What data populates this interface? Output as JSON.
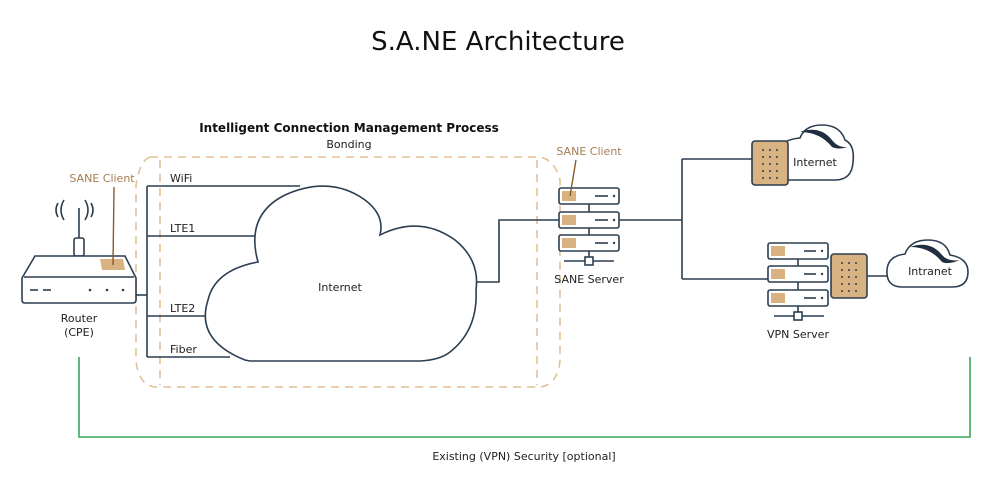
{
  "title": "S.A.NE Architecture",
  "process": {
    "heading": "Intelligent Connection Management Process",
    "subheading": "Bonding"
  },
  "router": {
    "label_line1": "Router",
    "label_line2": "(CPE)",
    "client_label": "SANE Client"
  },
  "links": [
    "WiFi",
    "LTE1",
    "LTE2",
    "Fiber"
  ],
  "internet_cloud": "Internet",
  "sane_server": {
    "label": "SANE Server",
    "client_label": "SANE Client"
  },
  "destinations": {
    "internet": "Internet",
    "intranet": "Intranet",
    "vpn_server": "VPN Server"
  },
  "security": {
    "label": "Existing (VPN) Security [optional]"
  },
  "colors": {
    "line": "#2c3e50",
    "accent": "#d9b282",
    "client_text": "#a67c52",
    "security_line": "#3aa55a"
  }
}
